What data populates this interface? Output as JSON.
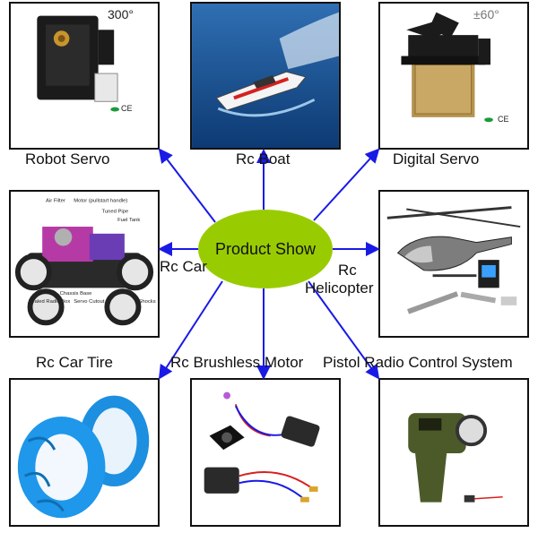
{
  "center_label": "Product Show",
  "products": [
    {
      "label": "Robot Servo",
      "badge": "300°",
      "mark": "CE"
    },
    {
      "label": "Rc Boat"
    },
    {
      "label": "Digital Servo",
      "badge": "±60°",
      "mark": "CE"
    },
    {
      "label": "Rc Car",
      "parts": [
        "Air Filter",
        "Motor (pullstart handle)",
        "Tuned Pipe",
        "Fuel Tank",
        "Chassis Base",
        "Sealed Radio Box",
        "Servo Cutout",
        "Shocks"
      ]
    },
    {
      "label_line1": "Rc",
      "label_line2": "Helicopter"
    },
    {
      "label": "Rc Car Tire"
    },
    {
      "label": "Rc Brushless Motor"
    },
    {
      "label": "Pistol Radio Control System"
    }
  ],
  "colors": {
    "arrow": "#1a1ae6",
    "center_fill": "#99cc00",
    "border": "#111111"
  }
}
